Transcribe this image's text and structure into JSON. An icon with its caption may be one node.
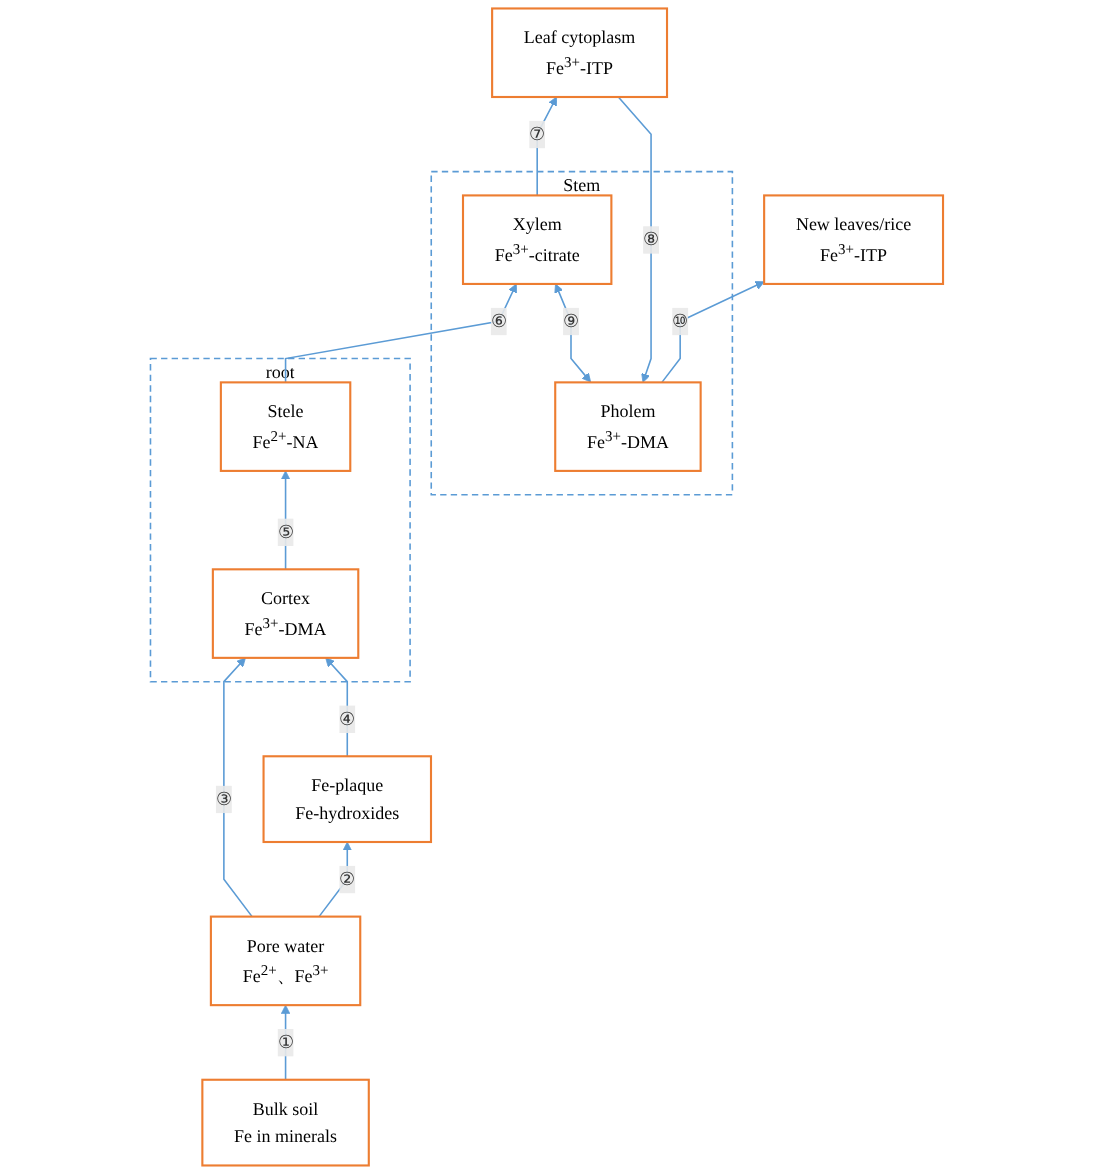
{
  "diagram": {
    "nodes": [
      {
        "text": [
          "New leaves/rice",
          "Fe$^{3+}$-ITP"
        ]
      },
      {
        "text": [
          "Stem"
        ]
      },
      {
        "text": [
          "Pholem",
          "Fe$^{3+}$-DMA"
        ],
        "in": 1
      },
      {
        "text": [
          "Xylem",
          "Fe$^{3+}$-citrate"
        ],
        "in": 1
      },
      {
        "text": [
          "Leaf cytoplasm",
          "Fe$^{3+}$-ITP"
        ]
      },
      {
        "text": [
          "root"
        ]
      },
      {
        "text": [
          "Stele",
          "Fe$^{2+}$-NA"
        ],
        "in": 5
      },
      {
        "text": [
          "Cortex",
          "Fe$^{3+}$-DMA"
        ],
        "in": 5
      },
      {
        "text": [
          "Fe-plaque",
          "Fe-hydroxides"
        ]
      },
      {
        "text": [
          "Pore water",
          "Fe$^{2+}$、Fe$^{3+}$"
        ]
      },
      {
        "text": [
          "Bulk soil",
          "Fe in minerals"
        ]
      }
    ],
    "edges": [
      {
        "from": 10,
        "to": 9,
        "arrow": "to",
        "label": "①"
      },
      {
        "from": 9,
        "to": 8,
        "arrow": "to",
        "label": "②"
      },
      {
        "from": 9,
        "to": 7,
        "arrow": "to",
        "label": "③"
      },
      {
        "from": 8,
        "to": 7,
        "arrow": "to",
        "label": "④"
      },
      {
        "from": 7,
        "to": 6,
        "arrow": "to",
        "label": "⑤"
      },
      {
        "from": 6,
        "to": 3,
        "arrow": "to",
        "label": "⑥"
      },
      {
        "from": 3,
        "to": 4,
        "arrow": "to",
        "label": "⑦"
      },
      {
        "from": 4,
        "to": 2,
        "arrow": "to",
        "label": "⑧"
      },
      {
        "from": 2,
        "to": 3,
        "arrow": "both",
        "label": "⑨"
      },
      {
        "from": 2,
        "to": 0,
        "arrow": "to",
        "label": "⑩"
      }
    ]
  }
}
